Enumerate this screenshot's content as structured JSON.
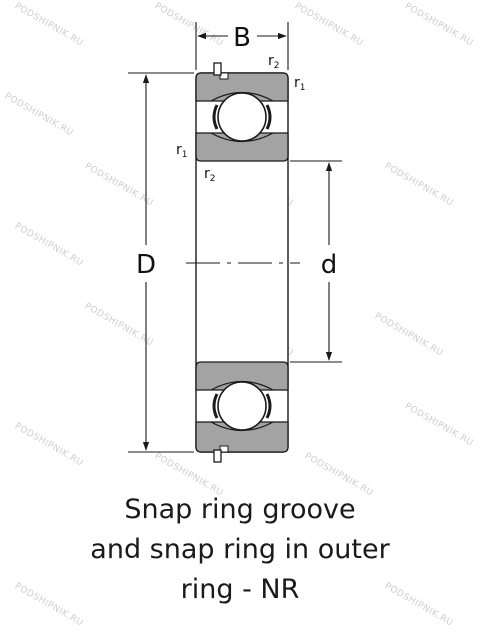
{
  "labels": {
    "width": "B",
    "outer_diameter": "D",
    "bore_diameter": "d",
    "r": "r",
    "sub_1": "1",
    "sub_2": "2"
  },
  "caption": {
    "line1": "Snap ring groove",
    "line2": "and snap ring in outer",
    "line3": "ring - NR"
  },
  "watermark": "PODSHIPNIK.RU",
  "colors": {
    "ring": "#a3a3a3",
    "line": "#1a1a1a",
    "background": "#ffffff"
  }
}
